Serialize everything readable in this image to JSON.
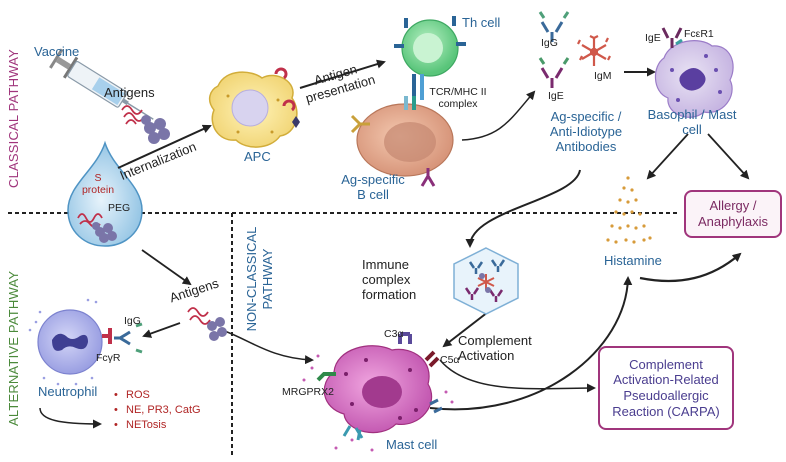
{
  "pathways": {
    "classical": "CLASSICAL PATHWAY",
    "alternative": "ALTERNATIVE PATHWAY",
    "non_classical": "NON-CLASSICAL PATHWAY"
  },
  "labels": {
    "vaccine": "Vaccine",
    "antigens_top": "Antigens",
    "antigens_mid": "Antigens",
    "internalization": "Internalization",
    "apc": "APC",
    "antigen_presentation": "Antigen presentation",
    "th_cell": "Th cell",
    "tcr_mhc": "TCR/MHC II complex",
    "ag_specific_b_cell": "Ag-specific B cell",
    "igg_top": "IgG",
    "igm": "IgM",
    "ige_top": "IgE",
    "ige_baso": "IgE",
    "fcer1": "FcεR1",
    "basophil": "Basophil / Mast cell",
    "ag_specific_antibodies": "Ag-specific / Anti-Idiotype Antibodies",
    "s_protein": "S protein",
    "peg": "PEG",
    "histamine": "Histamine",
    "immune_complex": "Immune complex formation",
    "complement_activation": "Complement Activation",
    "c3a": "C3α",
    "c5a": "C5α",
    "mrgprx2": "MRGPRX2",
    "mast_cell": "Mast cell",
    "igg_neutro": "IgG",
    "fcgr": "FcγR",
    "neutrophil": "Neutrophil"
  },
  "neutrophil_effects": [
    "ROS",
    "NE, PR3, CatG",
    "NETosis"
  ],
  "outcomes": {
    "allergy": "Allergy / Anaphylaxis",
    "carpa": "Complement Activation-Related Pseudoallergic Reaction (CARPA)"
  },
  "colors": {
    "classical": "#a0357c",
    "alternative": "#4b8a3b",
    "non_classical": "#2a6496",
    "effects": "#b02525",
    "outcome_border": "#a0357c"
  }
}
